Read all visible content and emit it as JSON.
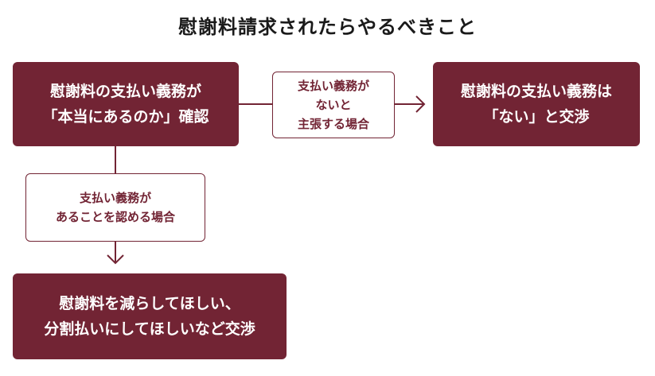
{
  "title": "慰謝料請求されたらやるべきこと",
  "nodes": {
    "confirm": {
      "lines": [
        "慰謝料の支払い義務が",
        "「本当にあるのか」確認"
      ]
    },
    "deny": {
      "lines": [
        "慰謝料の支払い義務は",
        "「ない」と交渉"
      ]
    },
    "reduce": {
      "lines": [
        "慰謝料を減らしてほしい、",
        "分割払いにしてほしいなど交渉"
      ]
    }
  },
  "edges": {
    "no_obligation": {
      "lines": [
        "支払い義務が",
        "ないと",
        "主張する場合"
      ]
    },
    "admit_obligation": {
      "lines": [
        "支払い義務が",
        "あることを認める場合"
      ]
    }
  },
  "colors": {
    "primary": "#722434",
    "title": "#1a1a1a",
    "background": "#ffffff"
  }
}
